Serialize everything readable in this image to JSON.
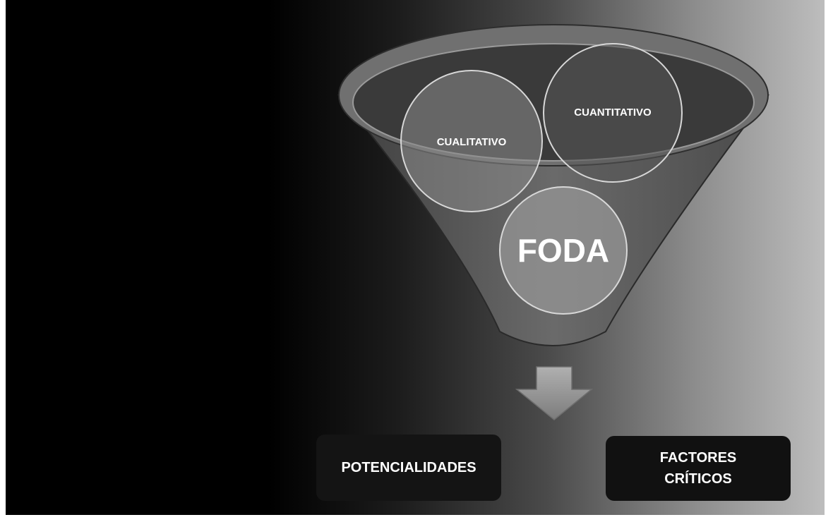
{
  "diagram": {
    "circles": {
      "cualitativo": "CUALITATIVO",
      "cuantitativo": "CUANTITATIVO",
      "foda": "FODA"
    },
    "outputs": {
      "potencialidades": "POTENCIALIDADES",
      "factores_criticos": "FACTORES\nCRÍTICOS"
    }
  },
  "colors": {
    "background_dark": "#000000",
    "background_light": "#bdbdbd",
    "funnel": "#5a5a5a",
    "funnel_top": "#3a3a3a",
    "circle_fill": "#8a8a8a",
    "arrow": "#9a9a9a",
    "box_fill": "#141414",
    "text": "#ffffff"
  }
}
